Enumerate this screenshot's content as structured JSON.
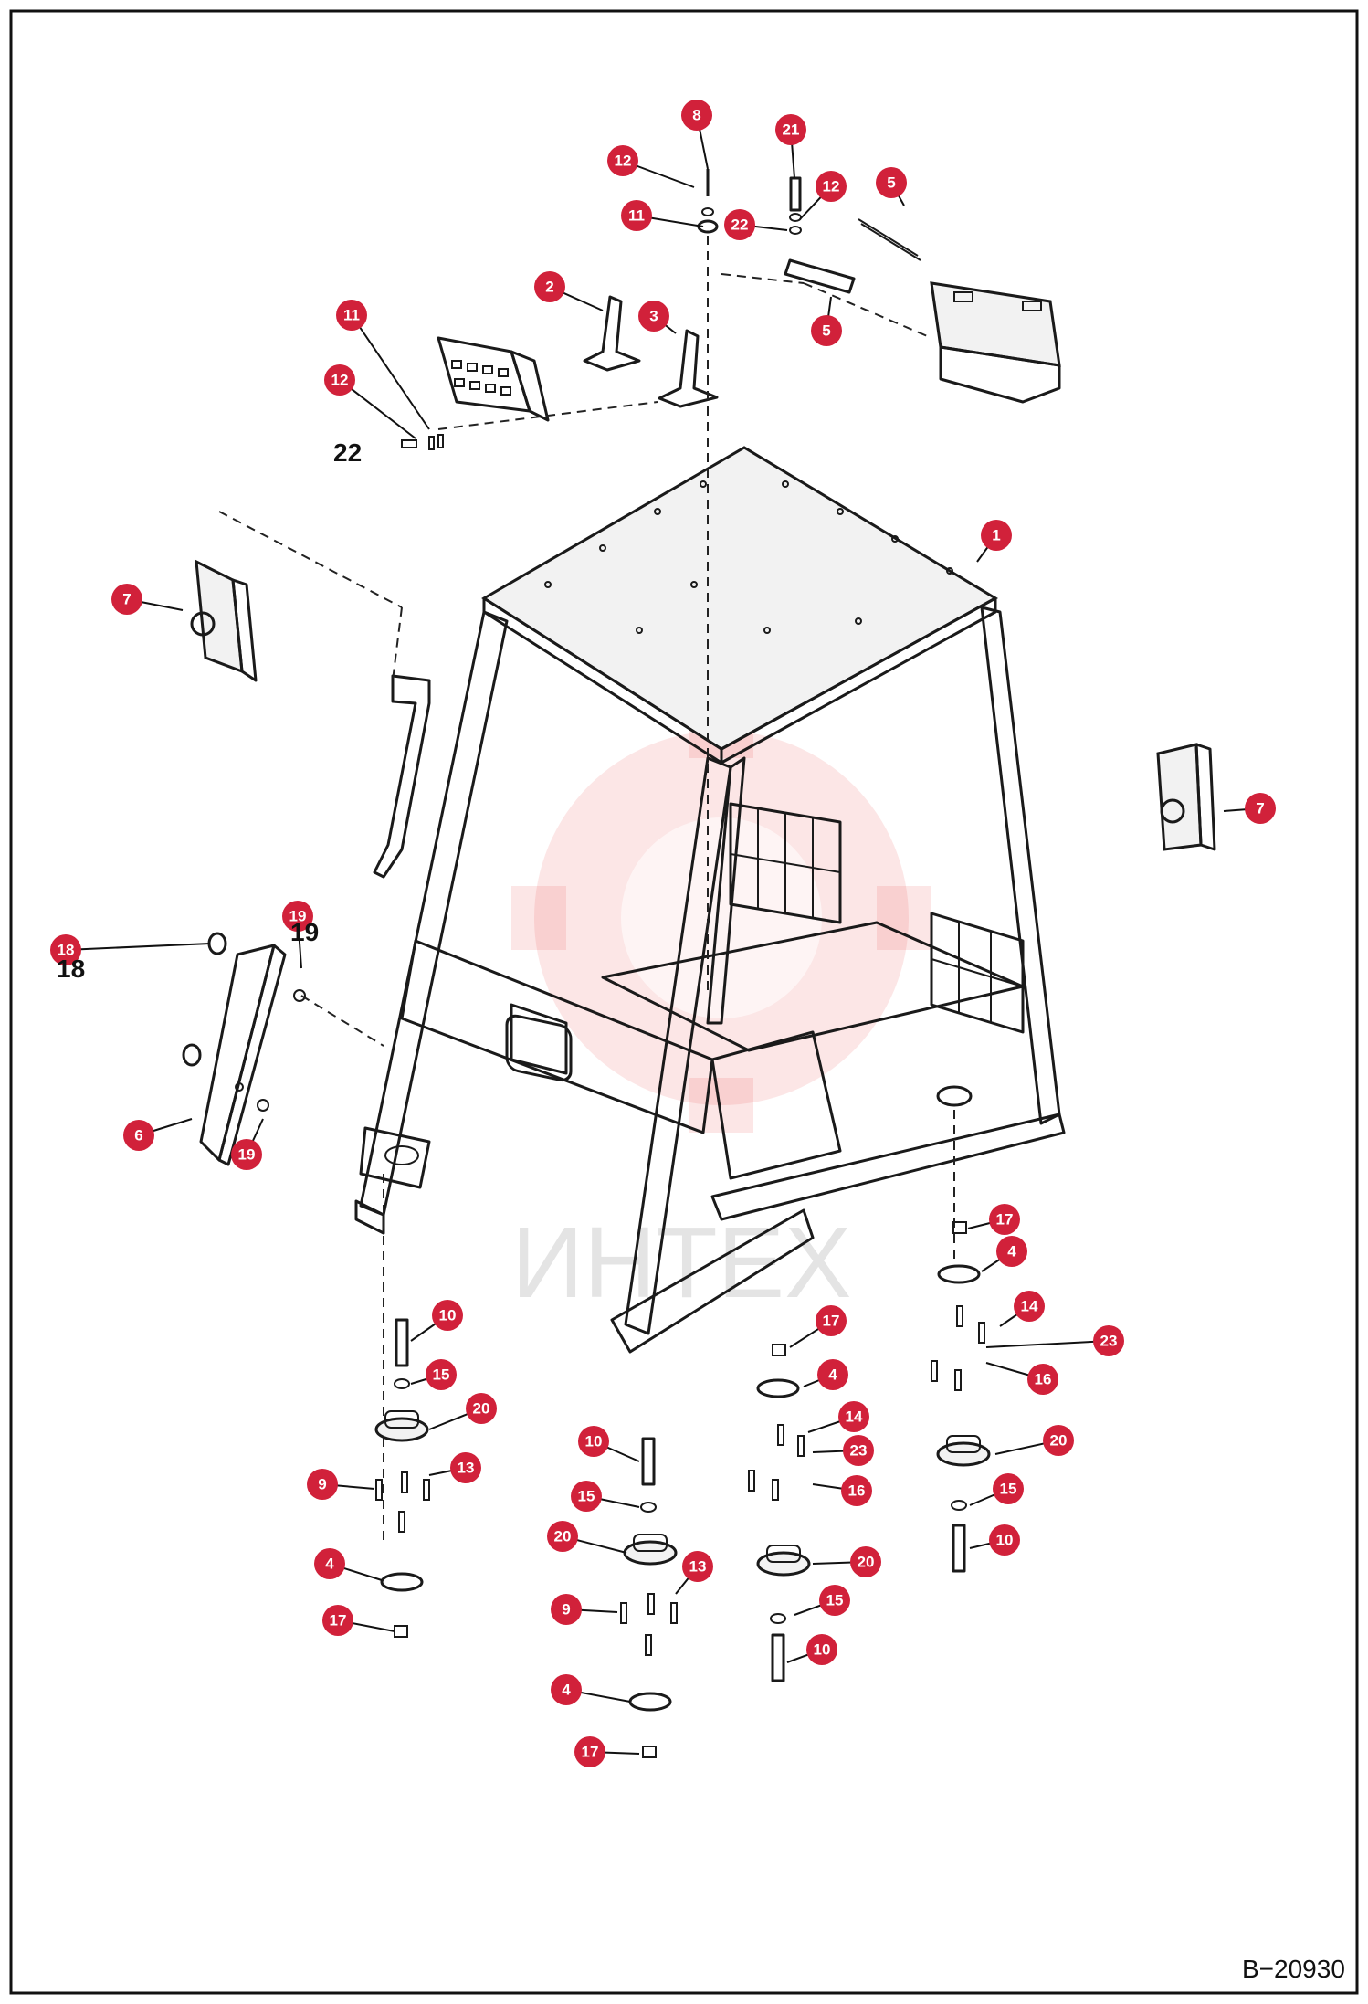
{
  "figure_code": "B−20930",
  "watermark": "ИНТЕХ",
  "plain_labels": [
    {
      "id": "22-plain",
      "text": "22"
    },
    {
      "id": "18-plain",
      "text": "18"
    },
    {
      "id": "19-plain",
      "text": "19"
    }
  ],
  "callouts": [
    {
      "n": "8"
    },
    {
      "n": "21"
    },
    {
      "n": "12"
    },
    {
      "n": "12"
    },
    {
      "n": "5"
    },
    {
      "n": "11"
    },
    {
      "n": "22"
    },
    {
      "n": "2"
    },
    {
      "n": "3"
    },
    {
      "n": "5"
    },
    {
      "n": "11"
    },
    {
      "n": "12"
    },
    {
      "n": "1"
    },
    {
      "n": "7"
    },
    {
      "n": "7"
    },
    {
      "n": "18"
    },
    {
      "n": "19"
    },
    {
      "n": "6"
    },
    {
      "n": "19"
    },
    {
      "n": "17"
    },
    {
      "n": "4"
    },
    {
      "n": "14"
    },
    {
      "n": "23"
    },
    {
      "n": "16"
    },
    {
      "n": "20"
    },
    {
      "n": "15"
    },
    {
      "n": "10"
    },
    {
      "n": "17"
    },
    {
      "n": "4"
    },
    {
      "n": "14"
    },
    {
      "n": "23"
    },
    {
      "n": "16"
    },
    {
      "n": "20"
    },
    {
      "n": "15"
    },
    {
      "n": "10"
    },
    {
      "n": "10"
    },
    {
      "n": "15"
    },
    {
      "n": "20"
    },
    {
      "n": "13"
    },
    {
      "n": "9"
    },
    {
      "n": "4"
    },
    {
      "n": "17"
    },
    {
      "n": "10"
    },
    {
      "n": "15"
    },
    {
      "n": "20"
    },
    {
      "n": "13"
    },
    {
      "n": "9"
    },
    {
      "n": "4"
    },
    {
      "n": "17"
    }
  ]
}
